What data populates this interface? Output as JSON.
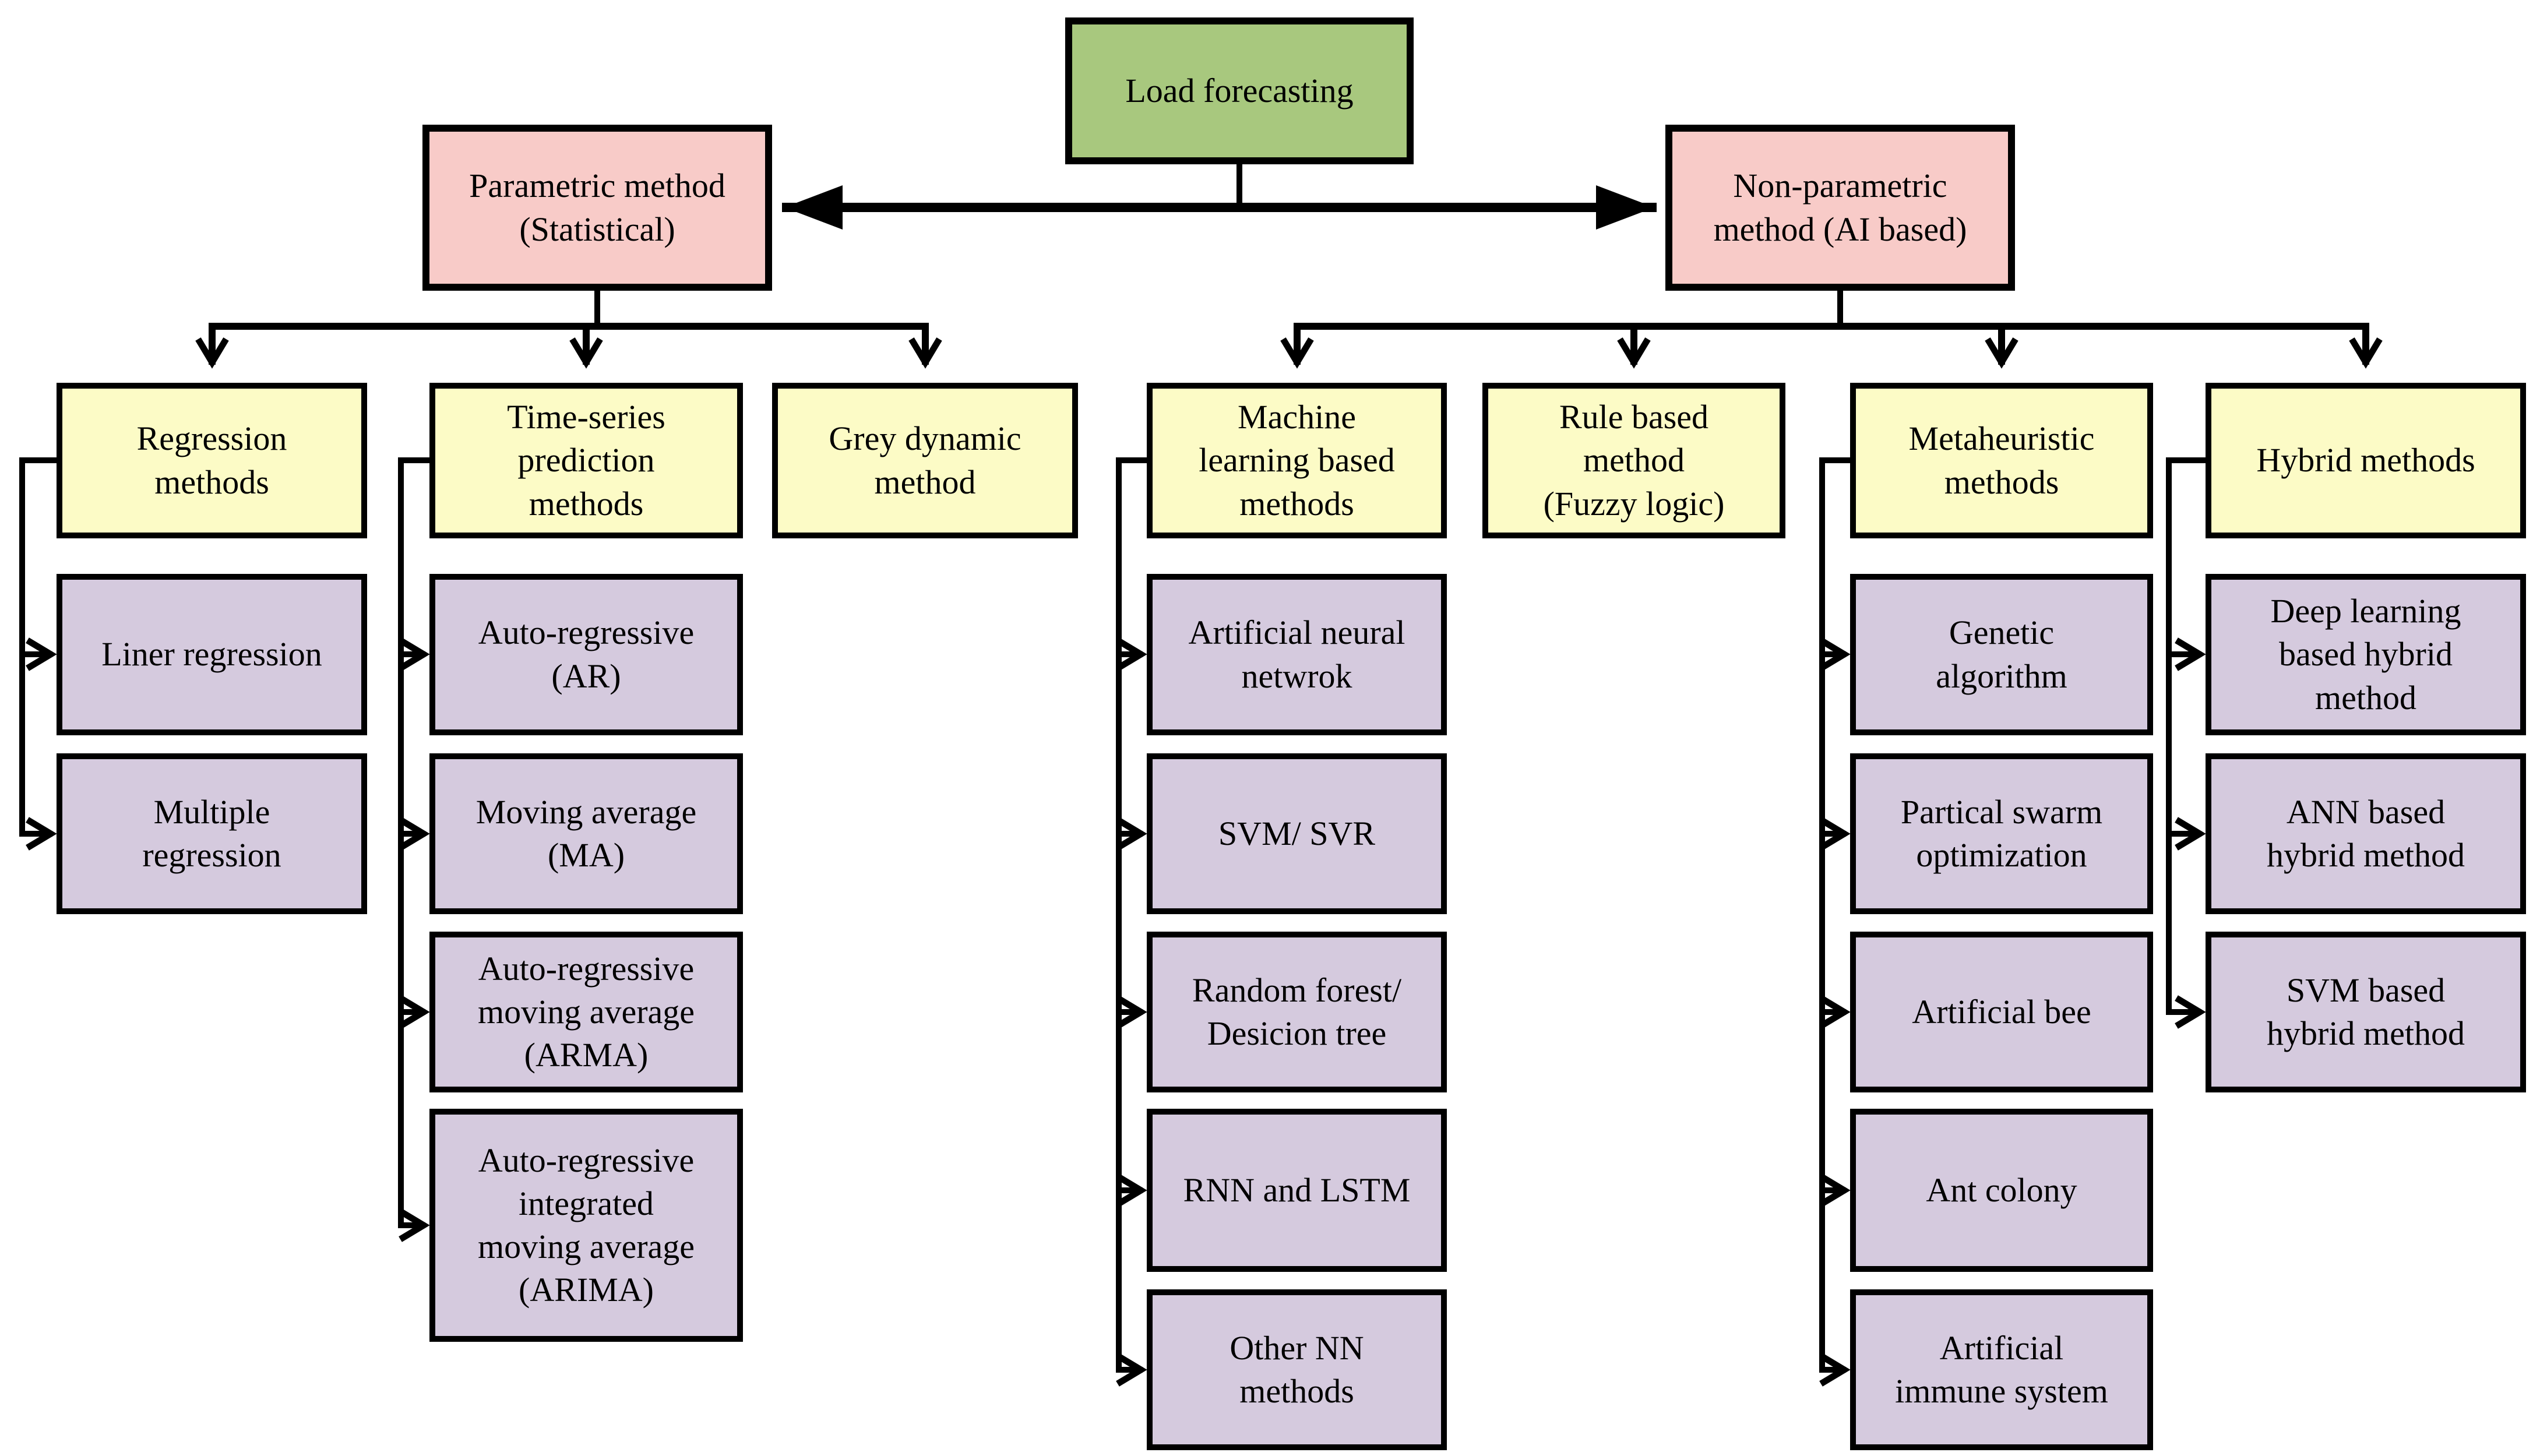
{
  "title": "Load forecasting methods taxonomy diagram",
  "colors": {
    "root_green": "#a8c87e",
    "branch_pink": "#f8cbc8",
    "category_yellow": "#fcfbc6",
    "leaf_purple": "#d5cade",
    "line_black": "#000000"
  },
  "nodes": {
    "load": {
      "label": "Load forecasting"
    },
    "parametric": {
      "label": "Parametric method\n(Statistical)"
    },
    "nonparametric": {
      "label": "Non-parametric\nmethod (AI based)"
    },
    "regression": {
      "label": "Regression\nmethods"
    },
    "timeseries": {
      "label": "Time-series\nprediction\nmethods"
    },
    "grey": {
      "label": "Grey dynamic\nmethod"
    },
    "ml": {
      "label": "Machine\nlearning based\nmethods"
    },
    "rule": {
      "label": "Rule based\nmethod\n(Fuzzy logic)"
    },
    "meta": {
      "label": "Metaheuristic\nmethods"
    },
    "hybrid": {
      "label": "Hybrid methods"
    },
    "liner": {
      "label": "Liner regression"
    },
    "multiple": {
      "label": "Multiple\nregression"
    },
    "ar": {
      "label": "Auto-regressive\n(AR)"
    },
    "ma": {
      "label": "Moving average\n(MA)"
    },
    "arma": {
      "label": "Auto-regressive\nmoving average\n(ARMA)"
    },
    "arima": {
      "label": "Auto-regressive\nintegrated\nmoving average\n(ARIMA)"
    },
    "ann": {
      "label": "Artificial neural\nnetwrok"
    },
    "svm": {
      "label": "SVM/ SVR"
    },
    "rf": {
      "label": "Random forest/\nDesicion tree"
    },
    "rnn": {
      "label": "RNN and LSTM"
    },
    "othernn": {
      "label": "Other NN\nmethods"
    },
    "genetic": {
      "label": "Genetic\nalgorithm"
    },
    "pso": {
      "label": "Partical swarm\noptimization"
    },
    "bee": {
      "label": "Artificial bee"
    },
    "ant": {
      "label": "Ant colony"
    },
    "immune": {
      "label": "Artificial\nimmune system"
    },
    "deep_hybrid": {
      "label": "Deep learning\nbased hybrid\nmethod"
    },
    "ann_hybrid": {
      "label": "ANN based\nhybrid method"
    },
    "svm_hybrid": {
      "label": "SVM based\nhybrid method"
    }
  },
  "structure": {
    "root": "load",
    "edges": [
      {
        "parent": "load",
        "children": [
          "parametric",
          "nonparametric"
        ]
      },
      {
        "parent": "parametric",
        "children": [
          "regression",
          "timeseries",
          "grey"
        ]
      },
      {
        "parent": "nonparametric",
        "children": [
          "ml",
          "rule",
          "meta",
          "hybrid"
        ]
      },
      {
        "parent": "regression",
        "children": [
          "liner",
          "multiple"
        ]
      },
      {
        "parent": "timeseries",
        "children": [
          "ar",
          "ma",
          "arma",
          "arima"
        ]
      },
      {
        "parent": "ml",
        "children": [
          "ann",
          "svm",
          "rf",
          "rnn",
          "othernn"
        ]
      },
      {
        "parent": "meta",
        "children": [
          "genetic",
          "pso",
          "bee",
          "ant",
          "immune"
        ]
      },
      {
        "parent": "hybrid",
        "children": [
          "deep_hybrid",
          "ann_hybrid",
          "svm_hybrid"
        ]
      }
    ]
  }
}
